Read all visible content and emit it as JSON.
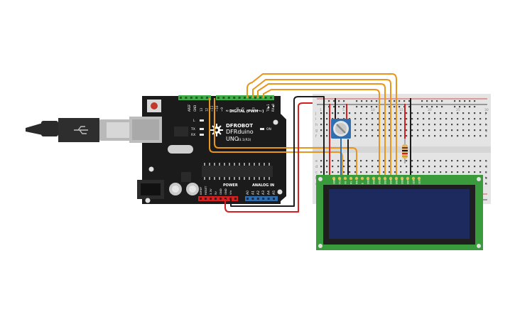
{
  "board": {
    "brand": "DFROBOT",
    "model_line1": "DFRduino",
    "model_line2": "UNO",
    "model_version": "v3.1(R3)",
    "header_digital": "DIGITAL (PWM ~)",
    "header_power": "POWER",
    "header_analog": "ANALOG IN",
    "label_on": "ON",
    "label_l": "L",
    "label_tx": "TX",
    "label_rx": "RX",
    "label_aref": "AREF",
    "label_gnd": "GND",
    "label_txrx": "TX▶1",
    "label_rxrx": "RX◀0",
    "digital_pins": [
      "13",
      "12",
      "~11",
      "~10",
      "~9",
      "8",
      "7",
      "~6",
      "~5",
      "4",
      "~3",
      "2"
    ],
    "power_pins": [
      "IOREF",
      "RESET",
      "3.3V",
      "5V",
      "GND",
      "GND",
      "Vin"
    ],
    "analog_pins": [
      "A0",
      "A1",
      "A2",
      "A3",
      "A4",
      "A5"
    ]
  },
  "breadboard": {
    "row_labels_top": [
      "j",
      "i",
      "h",
      "g",
      "f"
    ],
    "row_labels_bottom": [
      "e",
      "d",
      "c",
      "b",
      "a"
    ],
    "column_numbers": [
      "1",
      "5",
      "10",
      "15",
      "20",
      "25",
      "30"
    ]
  },
  "lcd": {
    "pins": [
      "GND",
      "VCC",
      "V0",
      "RS",
      "RW",
      "E",
      "DB0",
      "DB1",
      "DB2",
      "DB3",
      "DB4",
      "DB5",
      "DB6",
      "DB7",
      "LED",
      "LED"
    ]
  },
  "colors": {
    "board": "#1a1a1a",
    "header": "#3fae49",
    "wire_orange": "#e8961d",
    "wire_red": "#d62020",
    "wire_black": "#1c1c1c",
    "lcd_pcb": "#3a9b3c",
    "lcd_screen": "#1d2a5e",
    "breadboard": "#e4e4e4",
    "pot": "#2f6fb0"
  },
  "icons": [
    "usb-cable-icon",
    "reset-button-icon",
    "dfrobot-logo-icon",
    "potentiometer-icon",
    "resistor-icon"
  ]
}
